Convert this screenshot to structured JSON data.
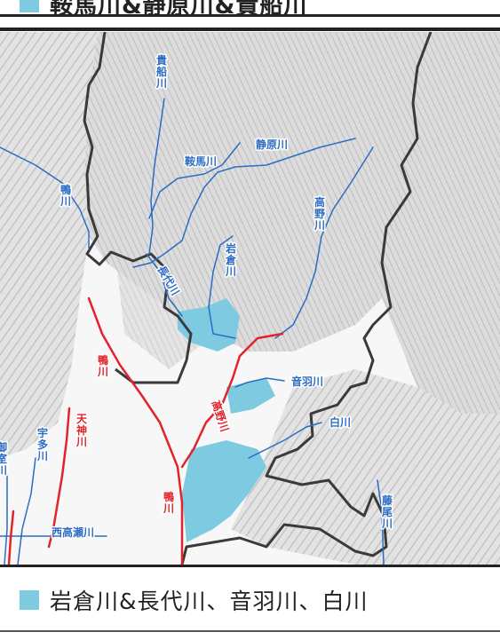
{
  "top_caption": "鞍馬川&静原川&貴船川",
  "legend": {
    "label": "岩倉川&長代川、音羽川、白川"
  },
  "colors": {
    "swatch": "#7ecbe1",
    "river_blue": "#2b6cc4",
    "river_red": "#e0242a",
    "lake": "#7ecbe1",
    "boundary": "#3a3a3a",
    "terrain": "#d9d9d9"
  },
  "rivers": {
    "kibune": "貴船川",
    "shizuhara": "静原川",
    "kurama": "鞍馬川",
    "kamo_upper": "鴨川",
    "takano": "高野川",
    "iwakura": "岩倉川",
    "nagashiro": "長代川",
    "otowa": "音羽川",
    "kamo_mid": "鴨川",
    "takano_lower": "高野川",
    "shirakawa": "白川",
    "tenjin": "天神川",
    "uda": "宇多川",
    "nishitakase": "西高瀬川",
    "kamo_lower": "鴨川",
    "fujio": "藤尾川",
    "left_edge": "御室川"
  }
}
